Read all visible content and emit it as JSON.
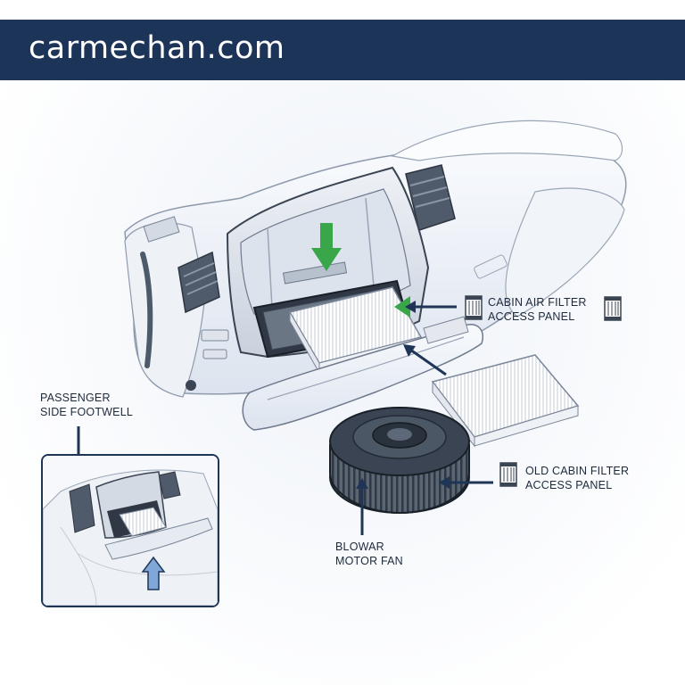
{
  "header": {
    "brand": "carmechan.com"
  },
  "labels": {
    "cabin_filter_access_panel": [
      "CABIN AIR FILTER",
      "ACCESS PANEL"
    ],
    "passenger_side_footwell": [
      "PASSENGER",
      "SIDE FOOTWELL"
    ],
    "old_cabin_filter_access_panel": [
      "OLD CABIN FILTER",
      "ACCESS PANEL"
    ],
    "blower_motor_fan": [
      "BLOWAR",
      "MOTOR FAN"
    ]
  },
  "icons": {
    "filter": "filter-cartridge-icon",
    "arrow_down": "green-down-arrow-icon",
    "arrow_left": "green-left-arrow-icon",
    "arrow_up": "blue-up-arrow-icon"
  },
  "colors": {
    "header": "#1c3458",
    "accent_green": "#3aa64a",
    "arrow_navy": "#1f3556",
    "inset_arrow": "#7fa8d8"
  }
}
